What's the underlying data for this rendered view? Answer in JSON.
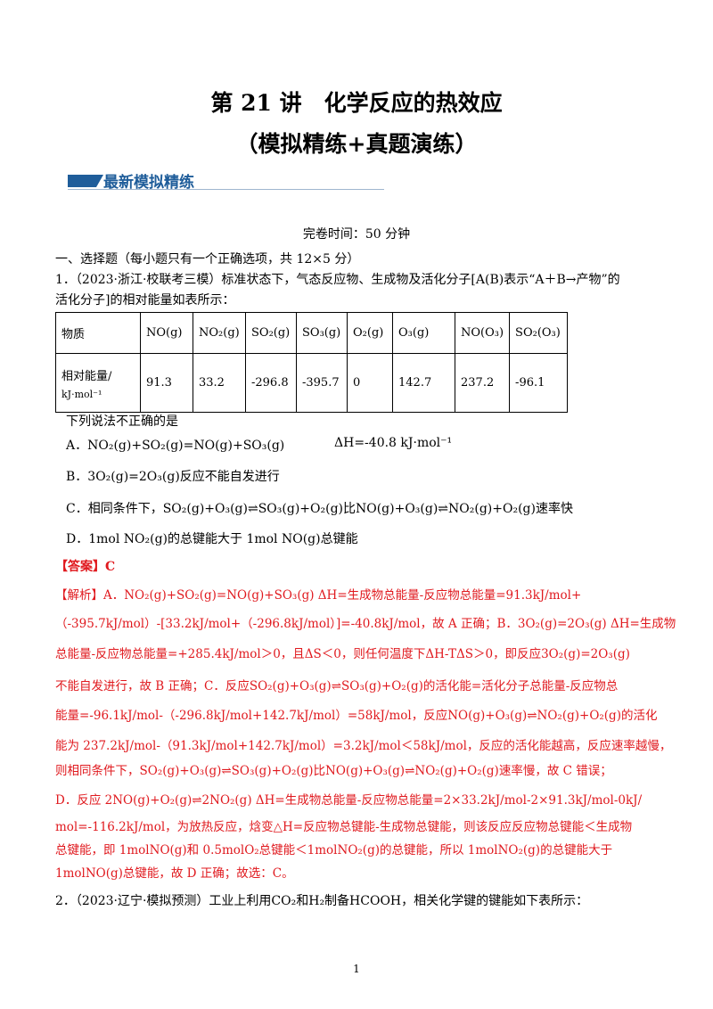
{
  "title": "第 21 讲　化学反应的热效应",
  "subtitle": "（模拟精练+真题演练）",
  "banner": "最新模拟精练",
  "time_line": "完卷时间：50 分钟",
  "section": "一、选择题（每小题只有一个正确选项，共 12×5 分）",
  "q1": {
    "stem1": "1．（2023·浙江·校联考三模）标准状态下，气态反应物、生成物及活化分子[A(B)表示“A＋B→产物”的",
    "stem2": "活化分子]的相对能量如表所示：",
    "table": {
      "headers": [
        "物质",
        "NO(g)",
        "NO₂(g)",
        "SO₂(g)",
        "SO₃(g)",
        "O₂(g)",
        "O₃(g)",
        "NO(O₃)",
        "SO₂(O₃)"
      ],
      "row_label1": "相对能量/",
      "row_label2": "kJ·mol⁻¹",
      "values": [
        "91.3",
        "33.2",
        "-296.8",
        "-395.7",
        "0",
        "142.7",
        "237.2",
        "-96.1"
      ]
    },
    "prompt": "下列说法不正确的是",
    "options": {
      "A": "A．NO₂(g)+SO₂(g)=NO(g)+SO₃(g)",
      "A_dh": "ΔH=-40.8 kJ·mol⁻¹",
      "B": "B．3O₂(g)=2O₃(g)反应不能自发进行",
      "C": "C．相同条件下，SO₂(g)+O₃(g)⇌SO₃(g)+O₂(g)比NO(g)+O₃(g)⇌NO₂(g)+O₂(g)速率快",
      "D": "D．1mol NO₂(g)的总键能大于 1mol NO(g)总键能"
    },
    "answer": "【答案】C",
    "analysis": [
      "【解析】A．NO₂(g)+SO₂(g)=NO(g)+SO₃(g) ΔH=生成物总能量-反应物总能量=91.3kJ/mol+",
      "（-395.7kJ/mol）-[33.2kJ/mol+（-296.8kJ/mol）]=-40.8kJ/mol，故 A 正确；B．3O₂(g)=2O₃(g) ΔH=生成物",
      "总能量-反应物总能量=+285.4kJ/mol＞0，且ΔS＜0，则任何温度下ΔH-TΔS＞0，即反应3O₂(g)=2O₃(g)",
      "不能自发进行，故 B 正确；C．反应SO₂(g)+O₃(g)⇌SO₃(g)+O₂(g)的活化能=活化分子总能量-反应物总",
      "能量=-96.1kJ/mol-（-296.8kJ/mol+142.7kJ/mol）=58kJ/mol，反应NO(g)+O₃(g)⇌NO₂(g)+O₂(g)的活化",
      "能为 237.2kJ/mol-（91.3kJ/mol+142.7kJ/mol）=3.2kJ/mol＜58kJ/mol，反应的活化能越高，反应速率越慢，",
      "则相同条件下，SO₂(g)+O₃(g)⇌SO₃(g)+O₂(g)比NO(g)+O₃(g)⇌NO₂(g)+O₂(g)速率慢，故 C 错误；",
      "D．反应 2NO(g)+O₂(g)⇌2NO₂(g) ΔH=生成物总能量-反应物总能量=2×33.2kJ/mol-2×91.3kJ/mol-0kJ/",
      "mol=-116.2kJ/mol，为放热反应，焓变△H=反应物总键能-生成物总键能，则该反应反应物总键能＜生成物",
      "总键能，即 1molNO(g)和 0.5molO₂总键能＜1molNO₂(g)的总键能，所以 1molNO₂(g)的总键能大于",
      "1molNO(g)总键能，故 D 正确；故选：C。"
    ]
  },
  "q2": {
    "stem": "2．（2023·辽宁·模拟预测）工业上利用CO₂和H₂制备HCOOH，相关化学键的键能如下表所示："
  },
  "page_number": "1"
}
